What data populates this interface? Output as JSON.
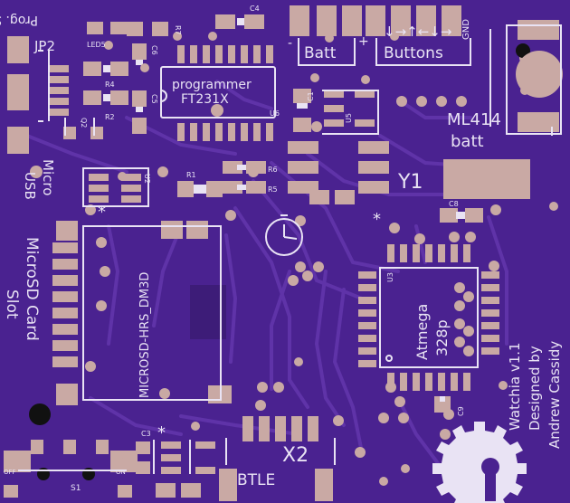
{
  "board": {
    "title": "Watchia v1.1",
    "credit": "Designed by",
    "author": "Andrew Cassidy",
    "colors": {
      "substrate": "#4a2290",
      "copper": "#6a3fb3",
      "trace": "#5a30a4",
      "pad": "#c9a9a4",
      "silk": "#e9e3f4",
      "hole": "#111111"
    }
  },
  "labels": {
    "prog_status": "Prog. Status",
    "jp2": "JP2",
    "led5": "LED5",
    "r4": "R4",
    "r2": "R2",
    "r7": "R7",
    "c6": "C6",
    "c5": "C5",
    "q2": "Q2",
    "c4": "C4",
    "programmer": "programmer",
    "ft231x": "FT231X",
    "u6": "U6",
    "micro": "Micro",
    "usb": "USB",
    "u2": "U2",
    "r1": "R1",
    "r6": "R6",
    "r5": "R5",
    "c1": "C1",
    "u5": "U5",
    "batt_minus": "-",
    "batt_plus": "+",
    "batt": "Batt",
    "buttons": "Buttons",
    "button_arrows": "↓→↑←↓→",
    "gnd": "GND",
    "ml414": "ML414",
    "batt_lower": "batt",
    "y1": "Y1",
    "c8": "C8",
    "microsd_card": "MicroSD Card",
    "slot": "Slot",
    "microsd_part": "MICROSD-HRS_DM3D",
    "u3": "U3",
    "atmega": "Atmega",
    "atmega_part": "328p",
    "c9": "C9",
    "c3": "C3",
    "x2": "X2",
    "btle": "BTLE",
    "s1": "S1",
    "off": "OFF",
    "on": "ON",
    "asterisk": "*"
  }
}
